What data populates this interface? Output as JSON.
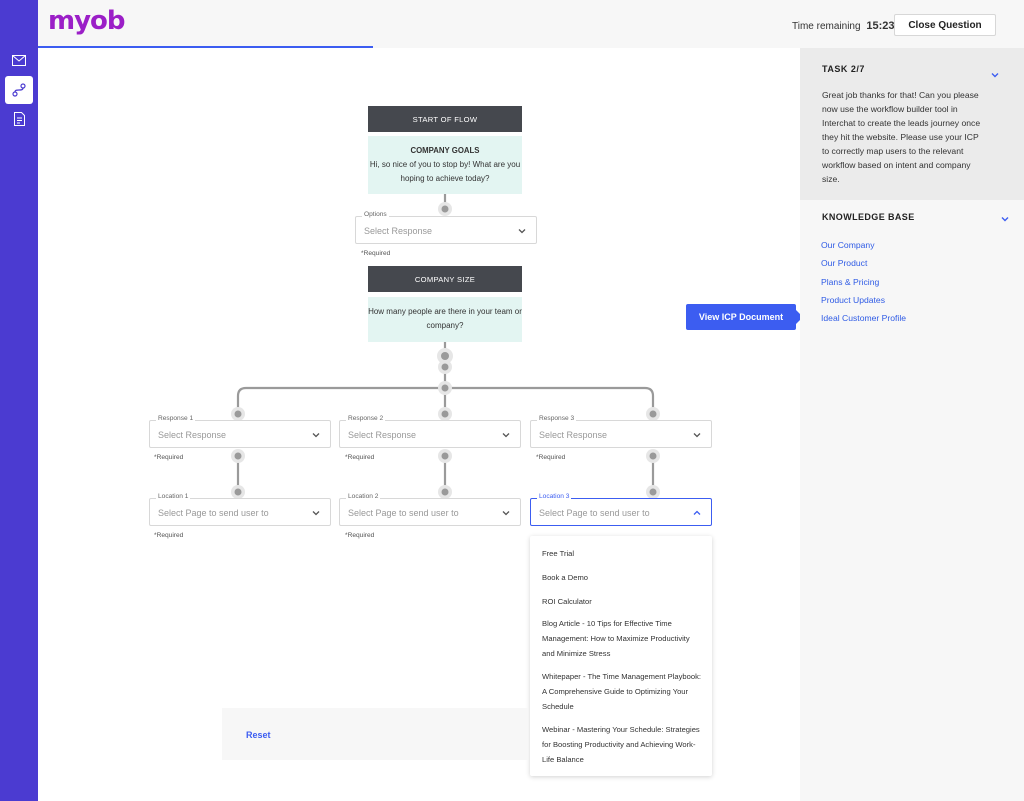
{
  "header": {
    "logo": "myob",
    "time_label": "Time remaining",
    "time_value": "15:23",
    "close_label": "Close Question"
  },
  "sidebar": {
    "icons": [
      "mail-icon",
      "workflow-icon",
      "document-icon"
    ]
  },
  "progress_fraction": 0.34,
  "task": {
    "title": "TASK 2/7",
    "text": "Great job thanks for that! Can you please now use the workflow builder tool in Interchat to create the leads journey once they hit the website. Please use your ICP to correctly map users to the relevant workflow based on intent and company size."
  },
  "knowledge_base": {
    "title": "KNOWLEDGE BASE",
    "links": [
      "Our Company",
      "Our Product",
      "Plans & Pricing",
      "Product Updates",
      "Ideal Customer Profile"
    ]
  },
  "icp_button": "View ICP Document",
  "flow": {
    "start_label": "START OF FLOW",
    "goals_title": "COMPANY GOALS",
    "goals_text": "Hi, so nice of you to stop by! What are you hoping to achieve today?",
    "options_label": "Options",
    "options_placeholder": "Select Response",
    "required": "*Required",
    "size_label": "COMPANY SIZE",
    "size_text": "How many people are there in your team or company?",
    "responses": [
      {
        "label": "Response 1",
        "placeholder": "Select Response"
      },
      {
        "label": "Response 2",
        "placeholder": "Select Response"
      },
      {
        "label": "Response 3",
        "placeholder": "Select Response"
      }
    ],
    "locations": [
      {
        "label": "Location 1",
        "placeholder": "Select Page to send user to"
      },
      {
        "label": "Location 2",
        "placeholder": "Select Page to send user to"
      },
      {
        "label": "Location 3",
        "placeholder": "Select Page to send user to"
      }
    ]
  },
  "dropdown_options": [
    "Free Trial",
    "Book a Demo",
    "ROI Calculator",
    "Blog Article - 10 Tips for Effective Time Management: How to Maximize Productivity and Minimize Stress",
    "Whitepaper - The Time Management Playbook: A Comprehensive Guide to Optimizing Your Schedule",
    "Webinar - Mastering Your Schedule: Strategies for Boosting Productivity and Achieving Work-Life Balance"
  ],
  "reset_label": "Reset",
  "colors": {
    "rail": "#4b3bd1",
    "accent": "#3c5df1",
    "logo": "#9b1fc7",
    "node_head": "#45484e",
    "node_body": "#e3f5f2"
  }
}
